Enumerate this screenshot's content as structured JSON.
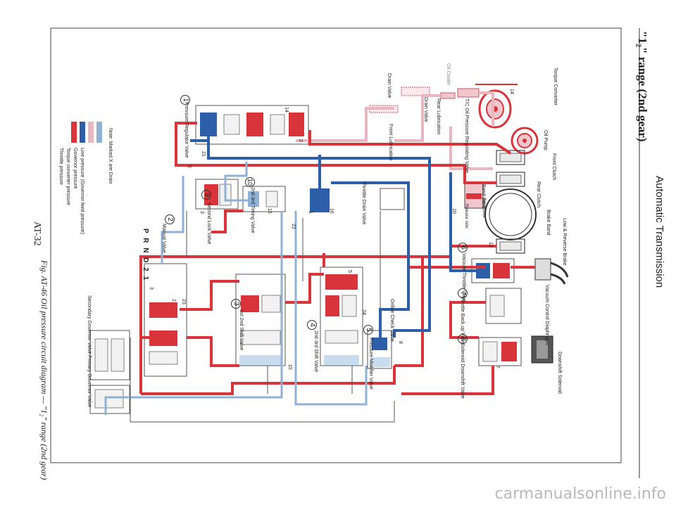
{
  "page": {
    "header_title": "\"1₂\" range (2nd gear)",
    "section_title": "Automatic Transmission",
    "caption": "Fig. AT-46 Oil pressure circuit diagram — \"1₂\" range (2nd gear)",
    "page_number": "AT-32",
    "watermark": "carmanualsonline.info"
  },
  "colors": {
    "line_pressure": "#d8343a",
    "governor_feed": "#e8919a",
    "governor_pressure": "#2d5fa8",
    "torque_converter": "#e9b7c0",
    "throttle_pressure": "#8fb1d4",
    "drain": "#777777"
  },
  "labels": {
    "torque_converter": "Torque Converter",
    "oil_pump": "Oil Pump",
    "oil_cooler": "Oil Cooler",
    "tc_regulating_valve": "T/C Oil Pressure Regulating Valve",
    "rear_lubrication": "Rear Lubrication",
    "drain_valve": "Drain Valve",
    "front_lubrication": "Front Lubrication",
    "front_clutch": "Front Clutch",
    "rear_clutch": "Rear Clutch",
    "band_servo": "Band Servo",
    "brake_band": "Brake Band",
    "low_reverse_brake": "Low & Reverse Brake",
    "apply_side": "Apply side",
    "release_side": "Release side",
    "vacuum_control_diaphragm": "Vacuum Control Diaphragm",
    "vacuum_throttle_valve": "Vacuum Throttle Valve",
    "throttle_back_up_valve": "Throttle Back up Valve",
    "solenoid_downshift_valve": "Solenoid Downshift Valve",
    "downshift_solenoid": "Downshift Solenoid",
    "throttle_drain_valve": "Throttle Drain Valve",
    "orifice_check_valve": "Orifice Check Valve",
    "pressure_modifier_valve": "Pressure Modifier Valve",
    "shift_2nd_3rd_valve": "2nd-3rd Shift Valve",
    "shift_1st_2nd_valve": "1st-2nd Shift Valve",
    "timing_2nd_3rd_valve": "2nd-3rd Timing Valve",
    "second_lock_valve": "Second Lock Valve",
    "manual_valve": "Manual Valve",
    "pressure_regulator_valve": "Pressure Regulator Valve",
    "secondary_governor": "Secondary Governor Valve",
    "primary_governor": "Primary Governor Valve",
    "selector": "P R N D 2 1"
  },
  "valve_numbers": [
    "1",
    "2",
    "3",
    "4",
    "5",
    "6",
    "7",
    "8",
    "9",
    "10"
  ],
  "port_numbers": [
    "14",
    "14",
    "21",
    "6",
    "2",
    "3",
    "15",
    "16",
    "10",
    "12",
    "22",
    "1",
    "15",
    "23",
    "2",
    "3",
    "24",
    "5",
    "8",
    "7"
  ],
  "legend": {
    "note": "Note: Marked X are Drain",
    "items": [
      {
        "label": "Line pressure (Governor feed pressure)",
        "color": "#d8343a"
      },
      {
        "label": "Governor pressure",
        "color": "#2d5fa8"
      },
      {
        "label": "Torque converter pressure",
        "color": "#e9b7c0"
      },
      {
        "label": "Throttle pressure",
        "color": "#8fb1d4"
      }
    ]
  }
}
